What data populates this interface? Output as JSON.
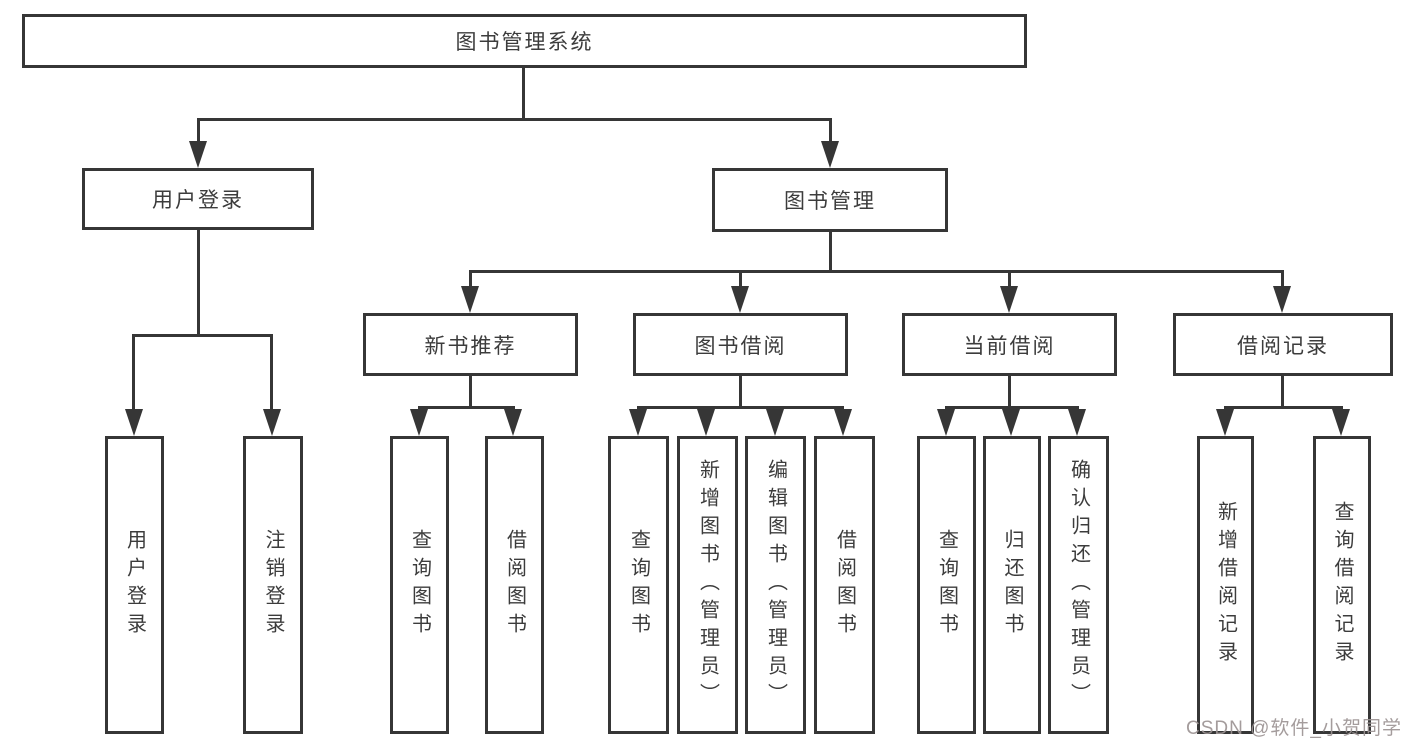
{
  "colors": {
    "line": "#363636",
    "text": "#3c3c3c",
    "background": "#ffffff",
    "watermark": "#9c9494"
  },
  "watermark": "CSDN @软件_小贺同学",
  "diagram": {
    "root": {
      "label": "图书管理系统"
    },
    "user_login": {
      "label": "用户登录",
      "children": [
        {
          "label": "用户登录"
        },
        {
          "label": "注销登录"
        }
      ]
    },
    "book_mgmt": {
      "label": "图书管理",
      "sections": [
        {
          "label": "新书推荐",
          "children": [
            {
              "label": "查询图书"
            },
            {
              "label": "借阅图书"
            }
          ]
        },
        {
          "label": "图书借阅",
          "children": [
            {
              "label": "查询图书"
            },
            {
              "label": "新增图书（管理员）"
            },
            {
              "label": "编辑图书（管理员）"
            },
            {
              "label": "借阅图书"
            }
          ]
        },
        {
          "label": "当前借阅",
          "children": [
            {
              "label": "查询图书"
            },
            {
              "label": "归还图书"
            },
            {
              "label": "确认归还（管理员）"
            }
          ]
        },
        {
          "label": "借阅记录",
          "children": [
            {
              "label": "新增借阅记录"
            },
            {
              "label": "查询借阅记录"
            }
          ]
        }
      ]
    }
  }
}
